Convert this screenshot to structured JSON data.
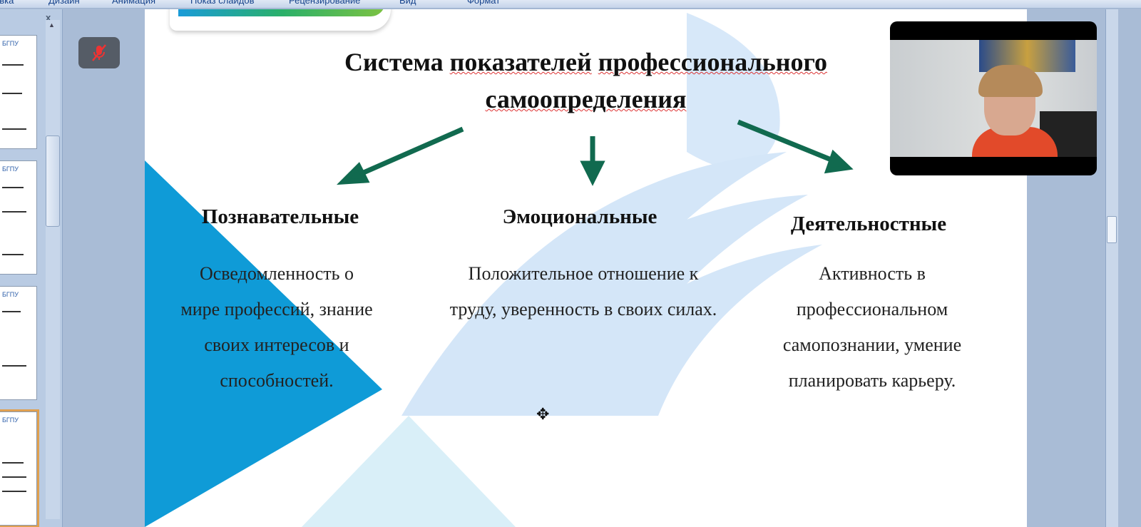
{
  "menu": [
    "авка",
    "Дизайн",
    "Анимация",
    "Показ слайдов",
    "Рецензирование",
    "Вид",
    "Формат"
  ],
  "thumb_panel": {
    "close": "x",
    "logo_text": "БГПУ"
  },
  "slide": {
    "title_line1_a": "Система ",
    "title_line1_b": "показателей",
    "title_line1_c": " ",
    "title_line1_d": "профессионального",
    "title_line2": "самоопределения",
    "columns": [
      {
        "heading": "Познавательные",
        "body": "Осведомленность о мире профессий, знание своих интересов и способностей."
      },
      {
        "heading": "Эмоциональные",
        "body": "Положительное отношение к труду, уверенность в своих силах."
      },
      {
        "heading": "Деятельностные",
        "body": "Активность в профессиональном самопознании, умение планировать карьеру."
      }
    ],
    "colors": {
      "arrow": "#116a4f",
      "triangle": "#0f9bd7",
      "watermark": "#cfe3f7"
    }
  }
}
